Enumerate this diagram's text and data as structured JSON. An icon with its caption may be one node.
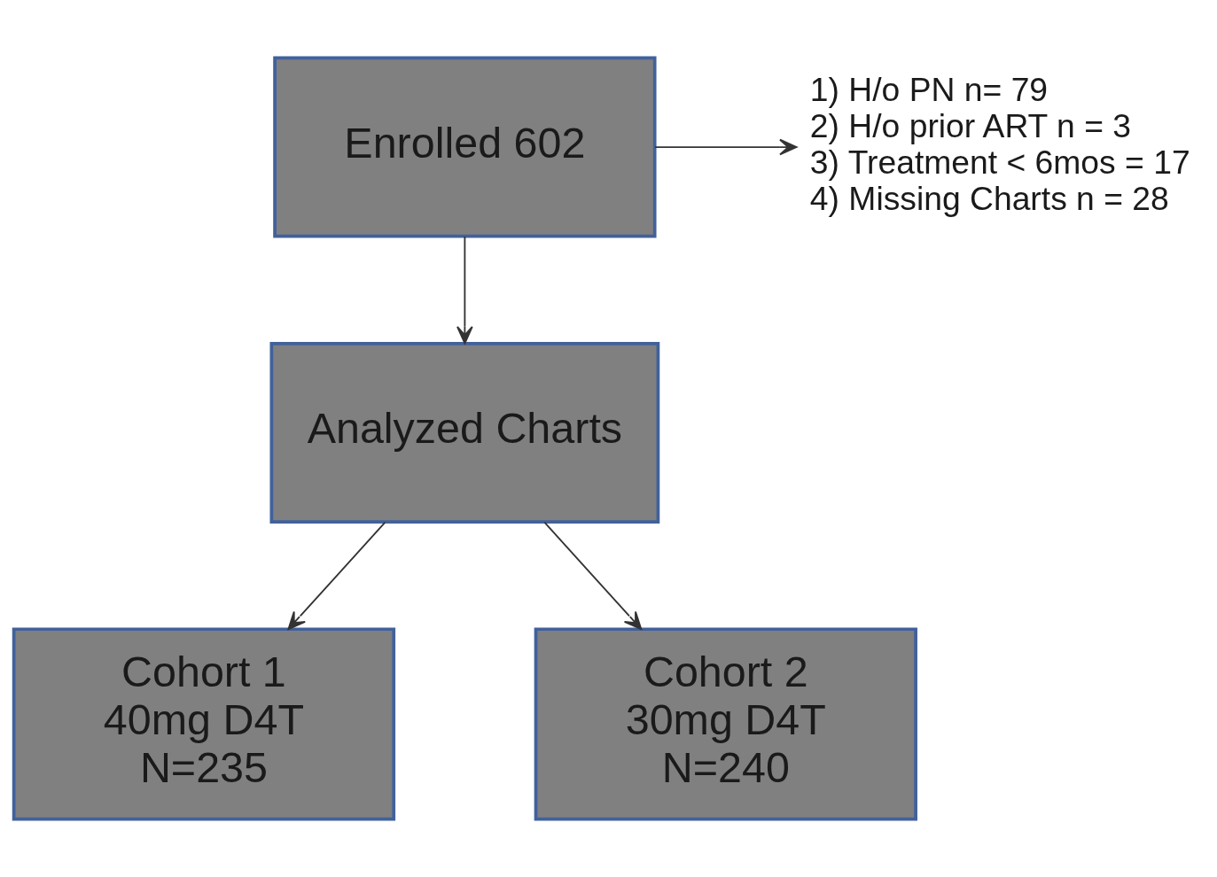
{
  "diagram": {
    "nodes": [
      {
        "text": [
          "Enrolled 602"
        ]
      },
      {
        "text": [
          "Analyzed Charts"
        ]
      },
      {
        "text": [
          "Cohort 1",
          "40mg D4T",
          "N=235"
        ]
      },
      {
        "text": [
          "Cohort 2",
          "30mg D4T",
          "N=240"
        ]
      },
      {
        "text": [
          "1) H/o PN n= 79",
          "2) H/o prior ART n = 3",
          "3) Treatment < 6mos = 17",
          "4) Missing Charts n = 28"
        ]
      }
    ],
    "edges": [
      {
        "from": 0,
        "to": 1,
        "arrow": "to"
      },
      {
        "from": 0,
        "to": 4,
        "arrow": "to"
      },
      {
        "from": 1,
        "to": 2,
        "arrow": "to"
      },
      {
        "from": 1,
        "to": 3,
        "arrow": "to"
      }
    ]
  }
}
